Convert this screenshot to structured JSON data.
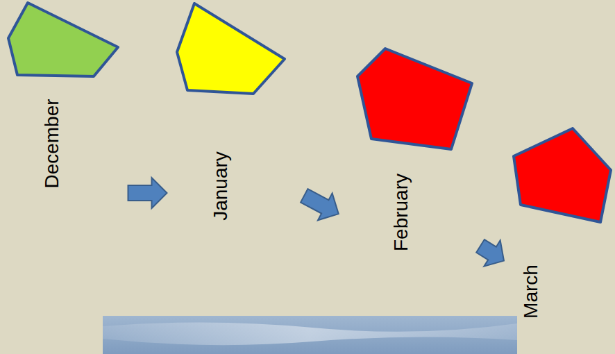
{
  "diagram": {
    "nodes": [
      {
        "text": [
          "December"
        ]
      },
      {
        "text": [
          "January"
        ]
      },
      {
        "text": [
          "February"
        ]
      },
      {
        "text": [
          "March"
        ]
      }
    ],
    "edges": [
      {
        "from": 0,
        "to": 1,
        "arrow": "to"
      },
      {
        "from": 1,
        "to": 2,
        "arrow": "to"
      },
      {
        "from": 2,
        "to": 3,
        "arrow": "to"
      }
    ]
  }
}
